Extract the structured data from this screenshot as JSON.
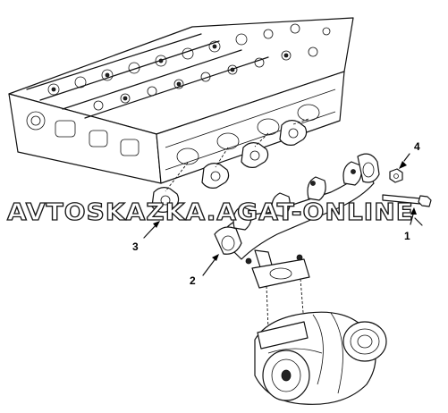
{
  "watermark": "AVTOSKAZKA.AGAT-ONLINE",
  "callouts": [
    {
      "label": "1"
    },
    {
      "label": "2"
    },
    {
      "label": "3"
    },
    {
      "label": "4"
    }
  ]
}
